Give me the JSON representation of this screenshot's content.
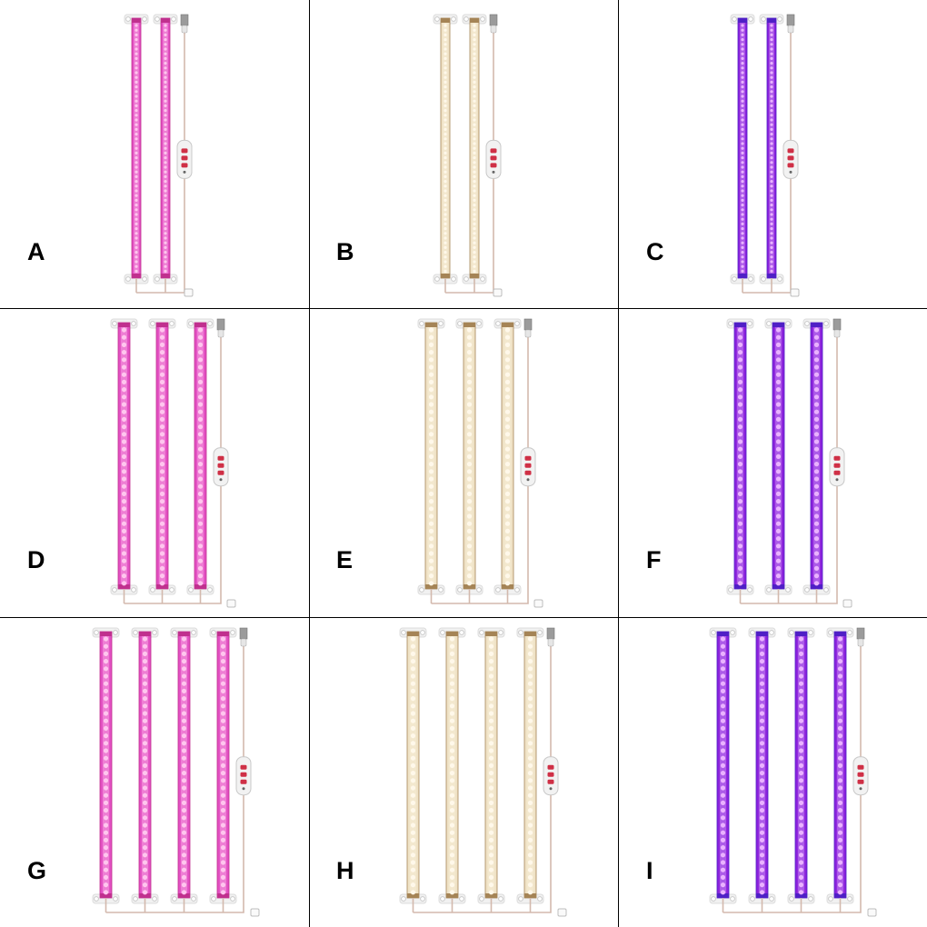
{
  "panels": [
    {
      "label": "A",
      "strips": 2,
      "variant": "pink"
    },
    {
      "label": "B",
      "strips": 2,
      "variant": "warm-white"
    },
    {
      "label": "C",
      "strips": 2,
      "variant": "purple"
    },
    {
      "label": "D",
      "strips": 3,
      "variant": "pink"
    },
    {
      "label": "E",
      "strips": 3,
      "variant": "warm-white"
    },
    {
      "label": "F",
      "strips": 3,
      "variant": "purple"
    },
    {
      "label": "G",
      "strips": 4,
      "variant": "pink"
    },
    {
      "label": "H",
      "strips": 4,
      "variant": "warm-white"
    },
    {
      "label": "I",
      "strips": 4,
      "variant": "purple"
    }
  ],
  "colors": {
    "pink": {
      "housing": "#e24fc2",
      "led": "#ffc6ee",
      "glow": "#f7a6e3",
      "cap": "#c0308e"
    },
    "warm-white": {
      "housing": "#efe2c6",
      "led": "#fff8ea",
      "glow": "#f6ecd6",
      "cap": "#a58456"
    },
    "purple": {
      "housing": "#8b22dc",
      "led": "#eab2ff",
      "glow": "#c98af2",
      "cap": "#4f1fc6"
    },
    "cable": "#d3b9ad",
    "clip": "#f1f1f1",
    "controller": "#f2f2f2",
    "controller_button": "#cf3046",
    "usb_plug": "#9b9b9b",
    "gridline": "#000000"
  },
  "icons": [
    "led-grow-light-strip",
    "mounting-clip",
    "inline-controller",
    "usb-plug",
    "junction-connector"
  ]
}
